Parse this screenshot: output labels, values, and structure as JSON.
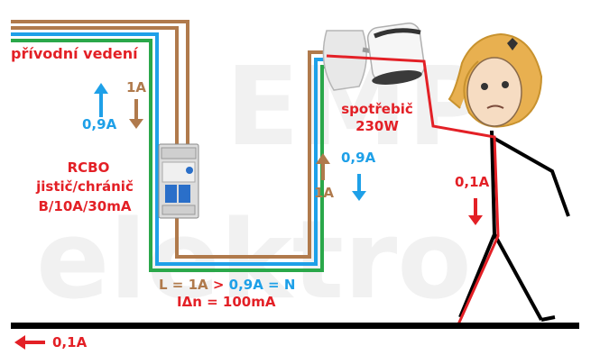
{
  "watermark": {
    "line1": "EMP",
    "line2": "elektro"
  },
  "labels": {
    "supply": "přívodní vedení",
    "rcbo_line1": "RCBO",
    "rcbo_line2": "jistič/chránič",
    "rcbo_line3": "B/10A/30mA",
    "supply_L_current": "1A",
    "supply_N_current": "0,9A",
    "appliance_line1": "spotřebič",
    "appliance_line2": "230W",
    "appliance_N_current": "0,9A",
    "appliance_L_current": "1A",
    "person_current": "0,1A",
    "ground_current": "0,1A",
    "eq_L": "L = 1A",
    "eq_gt": " > ",
    "eq_N": "0,9A = N",
    "eq_delta": "IΔn = 100mA"
  },
  "colors": {
    "red": "#e32026",
    "blue": "#1ea0e8",
    "brown": "#b07a4c",
    "green": "#2aa84a",
    "black": "#000000"
  },
  "icons": [
    "arrow-up-icon",
    "arrow-down-icon",
    "arrow-left-icon",
    "rcbo-breaker-icon",
    "spotlight-lamp-icon",
    "stick-figure-icon"
  ]
}
